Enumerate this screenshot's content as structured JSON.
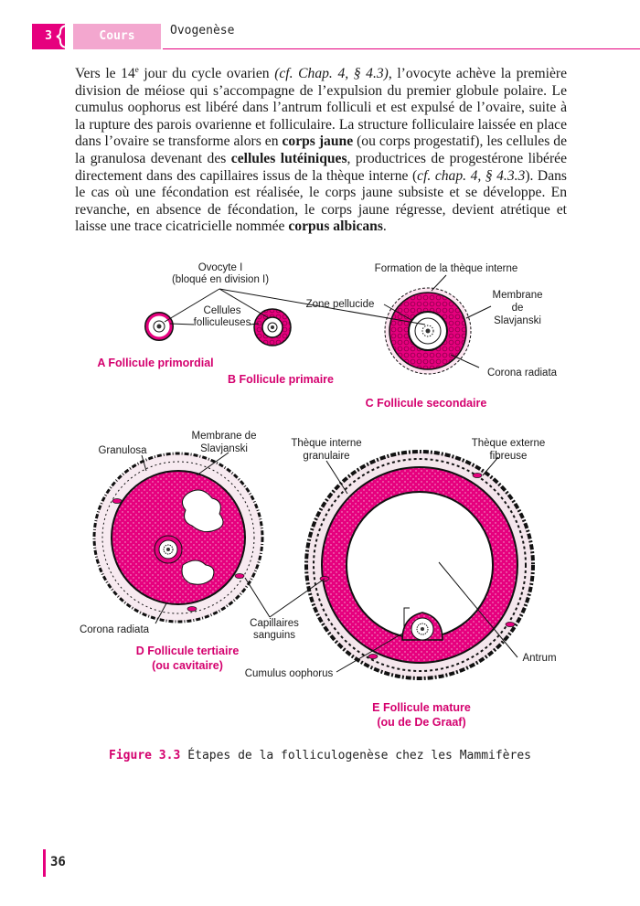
{
  "header": {
    "chapter_number": "3",
    "section": "Cours",
    "title": "Ovogenèse"
  },
  "paragraph": {
    "parts": [
      {
        "t": "Vers le 14"
      },
      {
        "t": "e",
        "sup": true
      },
      {
        "t": " jour du cycle ovarien "
      },
      {
        "t": "(cf. Chap. 4, § 4.3)",
        "i": true
      },
      {
        "t": ", l’ovocyte achève la première division de méiose qui s’accompagne de l’expulsion du premier globule polaire. Le cumulus oophorus est libéré dans l’antrum folliculi et est expulsé de l’ovaire, suite à la rupture des parois ovarienne et folliculaire. La structure folliculaire laissée en place dans l’ovaire se transforme alors en "
      },
      {
        "t": "corps jaune",
        "b": true
      },
      {
        "t": " (ou corps progestatif), les cellules de la granulosa devenant des "
      },
      {
        "t": "cellules lutéiniques",
        "b": true
      },
      {
        "t": ", productrices de progestérone libérée directement dans des capillaires issus de la thèque interne ("
      },
      {
        "t": "cf. chap. 4, § 4.3.3",
        "i": true
      },
      {
        "t": "). Dans le cas où une fécondation est réalisée, le corps jaune subsiste et se développe. En revanche, en absence de fécondation, le corps jaune régresse, devient atrétique et laisse une trace cicatricielle nommée "
      },
      {
        "t": "corpus albicans",
        "b": true
      },
      {
        "t": "."
      }
    ]
  },
  "figure": {
    "labels": {
      "ovocyte": "Ovocyte I",
      "bloque": "(bloqué en division I)",
      "cellules": "Cellules",
      "folliculeuses": "folliculeuses",
      "formation": "Formation de la thèque interne",
      "zone": "Zone pellucide",
      "membrane1": "Membrane",
      "de": "de",
      "slavjanski1": "Slavjanski",
      "corona1": "Corona radiata",
      "granulosa": "Granulosa",
      "membrane2a": "Membrane de",
      "membrane2b": "Slavjanski",
      "theque_int_a": "Thèque interne",
      "theque_int_b": "granulaire",
      "theque_ext_a": "Thèque externe",
      "theque_ext_b": "fibreuse",
      "corona2": "Corona radiata",
      "capillaires_a": "Capillaires",
      "capillaires_b": "sanguins",
      "cumulus": "Cumulus oophorus",
      "antrum": "Antrum"
    },
    "stages": {
      "A": "A Follicule primordial",
      "B": "B Follicule primaire",
      "C": "C Follicule secondaire",
      "D1": "D Follicule tertiaire",
      "D2": "(ou cavitaire)",
      "E1": "E Follicule mature",
      "E2": "(ou de De Graaf)"
    },
    "colors": {
      "pink": "#e6007e",
      "label_pink": "#d4006e",
      "light_pink": "#f3a7cf"
    }
  },
  "caption": {
    "number": "Figure 3.3",
    "text": "Étapes de la folliculogenèse chez les Mammifères"
  },
  "page_number": "36"
}
